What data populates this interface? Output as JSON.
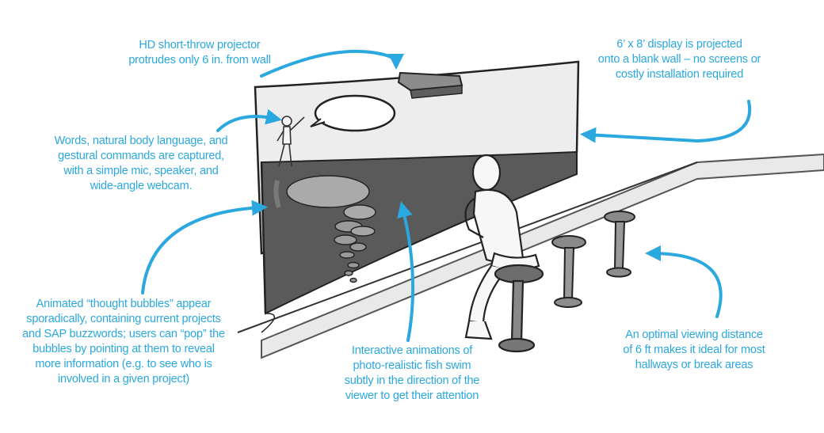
{
  "accent_color": "#2aa8df",
  "callouts": {
    "projector": {
      "lines": [
        "HD short-throw projector",
        "protrudes only 6 in. from wall"
      ]
    },
    "display": {
      "lines": [
        "6’ x 8’ display is projected",
        "onto a blank wall – no screens or",
        "costly installation required"
      ]
    },
    "capture": {
      "lines": [
        "Words, natural body language, and",
        "gestural commands are captured,",
        "with a simple mic, speaker, and",
        "wide-angle webcam."
      ]
    },
    "bubbles": {
      "lines": [
        "Animated “thought bubbles” appear",
        "sporadically, containing current projects",
        "and SAP buzzwords; users can “pop” the",
        "bubbles by pointing at them to reveal",
        "more information (e.g. to see who is",
        "involved in a given project)"
      ]
    },
    "fish": {
      "lines": [
        "Interactive animations of",
        "photo-realistic fish swim",
        "subtly in the direction of the",
        "viewer to get their attention"
      ]
    },
    "distance": {
      "lines": [
        "An optimal viewing distance",
        "of 6 ft makes it ideal for most",
        "hallways or break areas"
      ]
    }
  }
}
